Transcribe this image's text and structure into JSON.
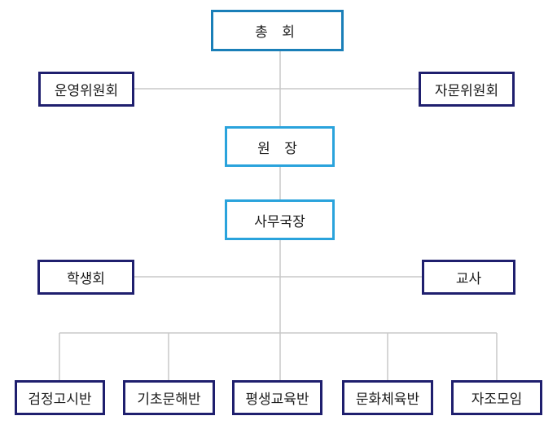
{
  "org_chart": {
    "general_assembly": "총 회",
    "operation_committee": "운영위원회",
    "advisory_committee": "자문위원회",
    "director": "원 장",
    "secretary_general": "사무국장",
    "student_council": "학생회",
    "teachers": "교사",
    "classes": {
      "ged": "검정고시반",
      "basic_literacy": "기초문해반",
      "lifelong_education": "평생교육반",
      "culture_physical": "문화체육반",
      "self_help_group": "자조모임"
    }
  },
  "colors": {
    "main_border": "#1a7fb8",
    "director_border": "#2aa3dc",
    "sub_border": "#1f1f6e",
    "connector": "#c8c8c8",
    "text": "#1a1a1a"
  }
}
